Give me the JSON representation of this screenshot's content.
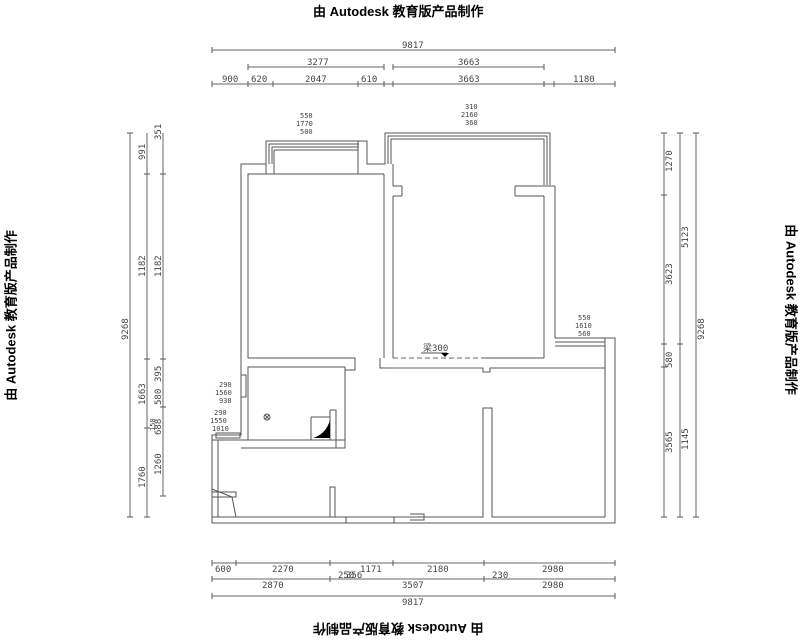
{
  "watermark": {
    "top": "由 Autodesk 教育版产品制作",
    "bottom": "由 Autodesk 教育版产品制作",
    "left": "由 Autodesk 教育版产品制作",
    "right": "由 Autodesk 教育版产品制作"
  },
  "dimensions": {
    "top": {
      "overall": "9817",
      "row2": [
        "3277",
        "3663"
      ],
      "row3": [
        "900",
        "620",
        "2047",
        "610",
        "3663",
        "1180"
      ]
    },
    "bottom": {
      "row1": [
        "600",
        "2270",
        "1171",
        "2180",
        "2980"
      ],
      "row2": [
        "2870",
        "3507",
        "2980"
      ],
      "overall": "9817",
      "small": [
        "250",
        "356",
        "230"
      ]
    },
    "left": {
      "overall": "9268",
      "col2": [
        "991",
        "1182",
        "1663",
        "1760"
      ],
      "col3": [
        "351",
        "1182",
        "395",
        "580",
        "150",
        "688",
        "1260"
      ]
    },
    "right": {
      "col1": [
        "1270",
        "3623",
        "580",
        "3565"
      ],
      "col2": [
        "5123",
        "1145"
      ],
      "overall": "9268"
    }
  },
  "window_labels": {
    "top_left_window": [
      "550",
      "1770",
      "500"
    ],
    "top_right_window": [
      "310",
      "2160",
      "360"
    ],
    "right_window": [
      "550",
      "1610",
      "560"
    ],
    "left_window_upper": [
      "290",
      "1560",
      "938"
    ],
    "left_window_lower": [
      "290",
      "1550",
      "1010"
    ]
  },
  "annotations": {
    "beam": "梁300"
  }
}
